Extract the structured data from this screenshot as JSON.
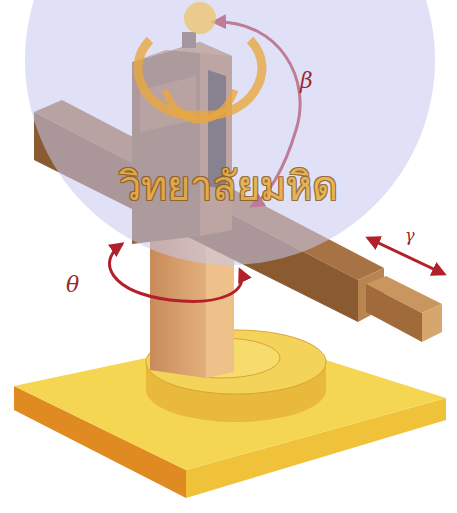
{
  "diagram": {
    "labels": [
      "β",
      "γ",
      "θ",
      "วิทยาลัยมหิด"
    ]
  }
}
